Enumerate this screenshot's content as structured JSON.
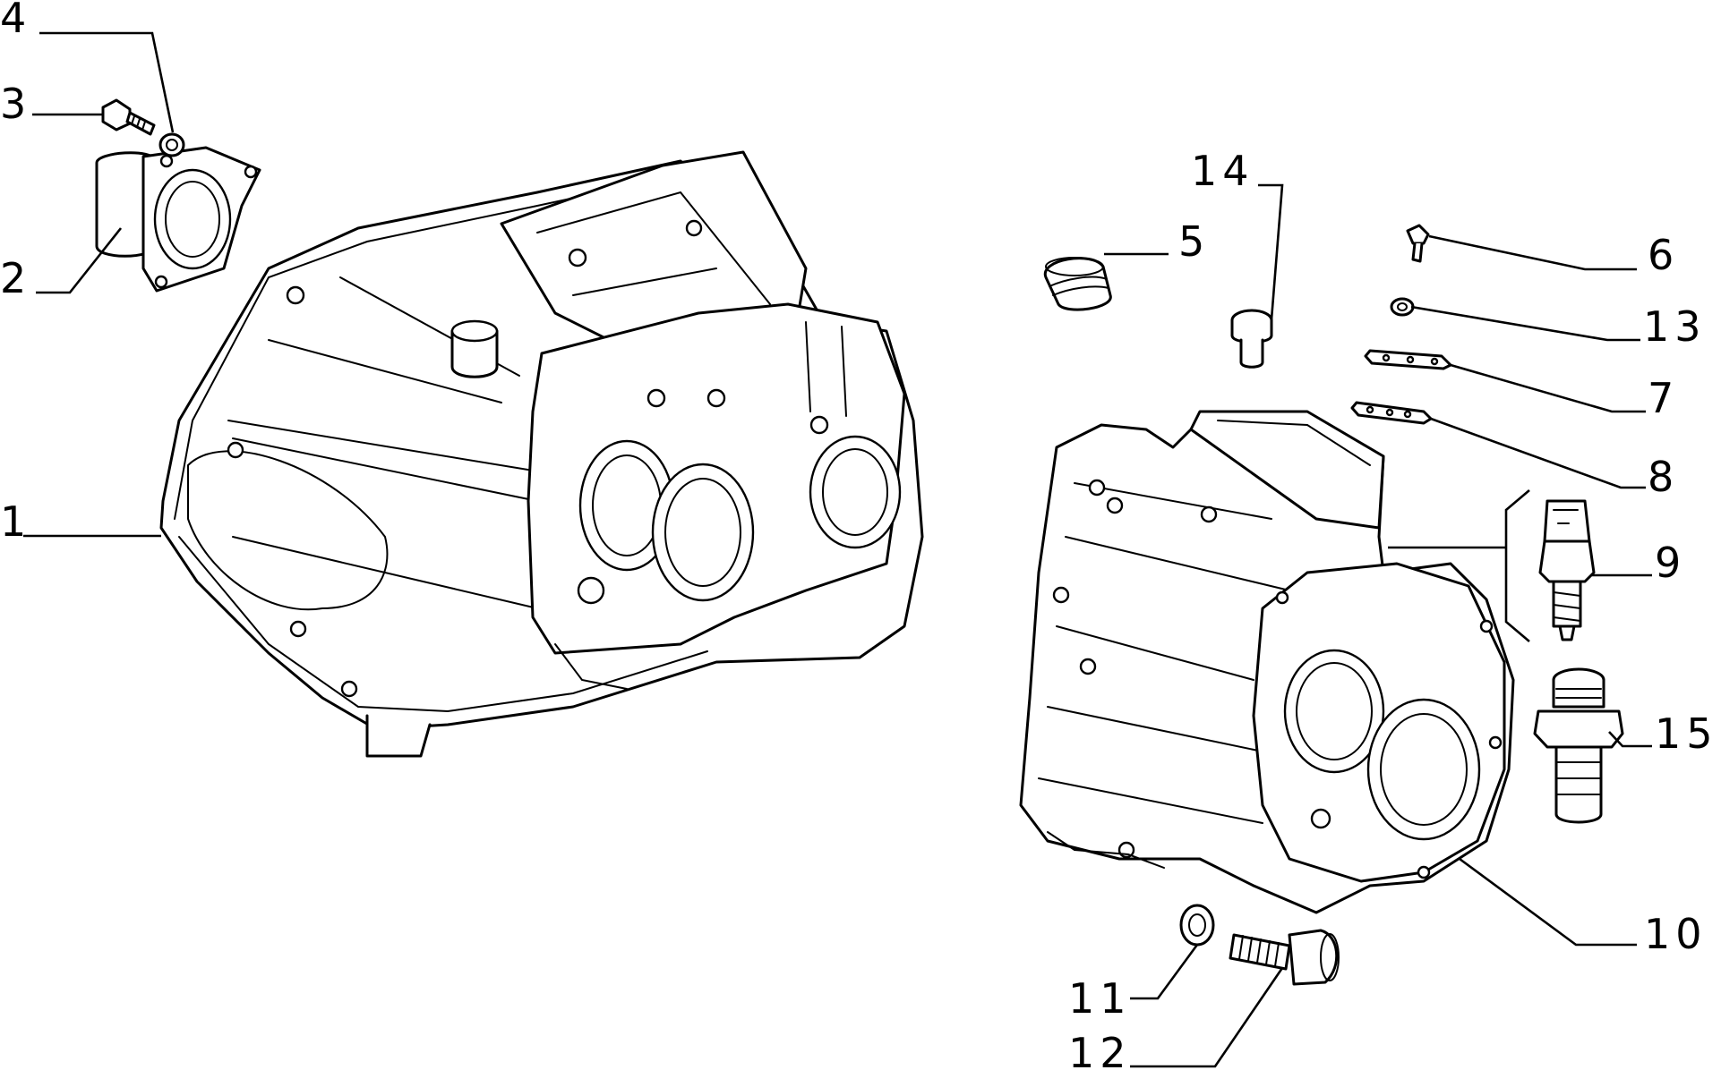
{
  "callouts": [
    {
      "id": "p1",
      "text": "1"
    },
    {
      "id": "p2",
      "text": "2"
    },
    {
      "id": "p3",
      "text": "3"
    },
    {
      "id": "p4",
      "text": "4"
    },
    {
      "id": "p5",
      "text": "5"
    },
    {
      "id": "p6",
      "text": "6"
    },
    {
      "id": "p7",
      "text": "7"
    },
    {
      "id": "p8",
      "text": "8"
    },
    {
      "id": "p9",
      "text": "9"
    },
    {
      "id": "p10",
      "text": "10"
    },
    {
      "id": "p11",
      "text": "11"
    },
    {
      "id": "p12",
      "text": "12"
    },
    {
      "id": "p13",
      "text": "13"
    },
    {
      "id": "p14",
      "text": "14"
    },
    {
      "id": "p15",
      "text": "15"
    }
  ],
  "colors": {
    "ink": "#000000",
    "paper": "#ffffff"
  }
}
